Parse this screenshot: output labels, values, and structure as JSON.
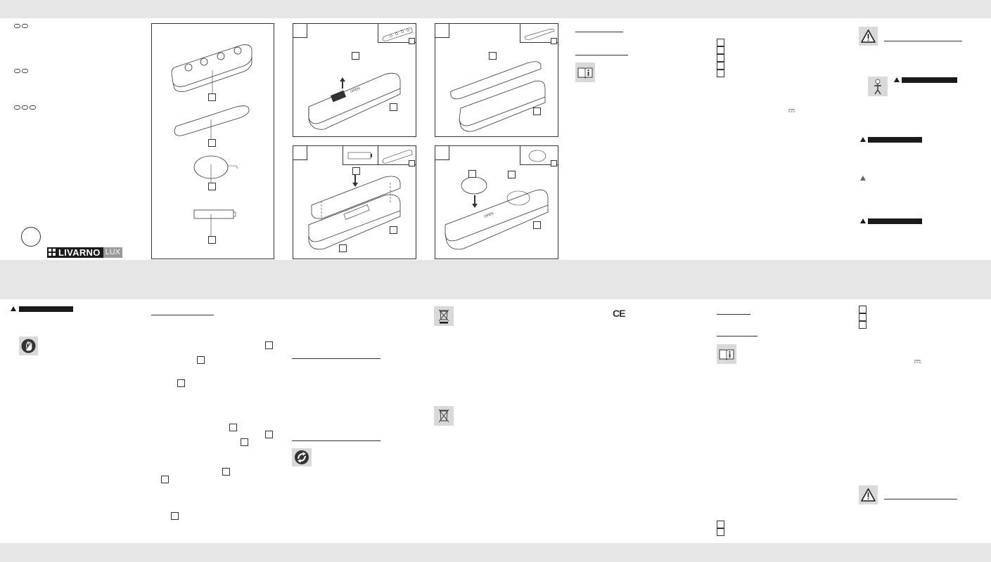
{
  "brand": {
    "logo_main": "LIVARNO",
    "logo_sub": "LUX"
  },
  "labels": {
    "ce_mark": "CE",
    "open_label": "OPEN"
  }
}
